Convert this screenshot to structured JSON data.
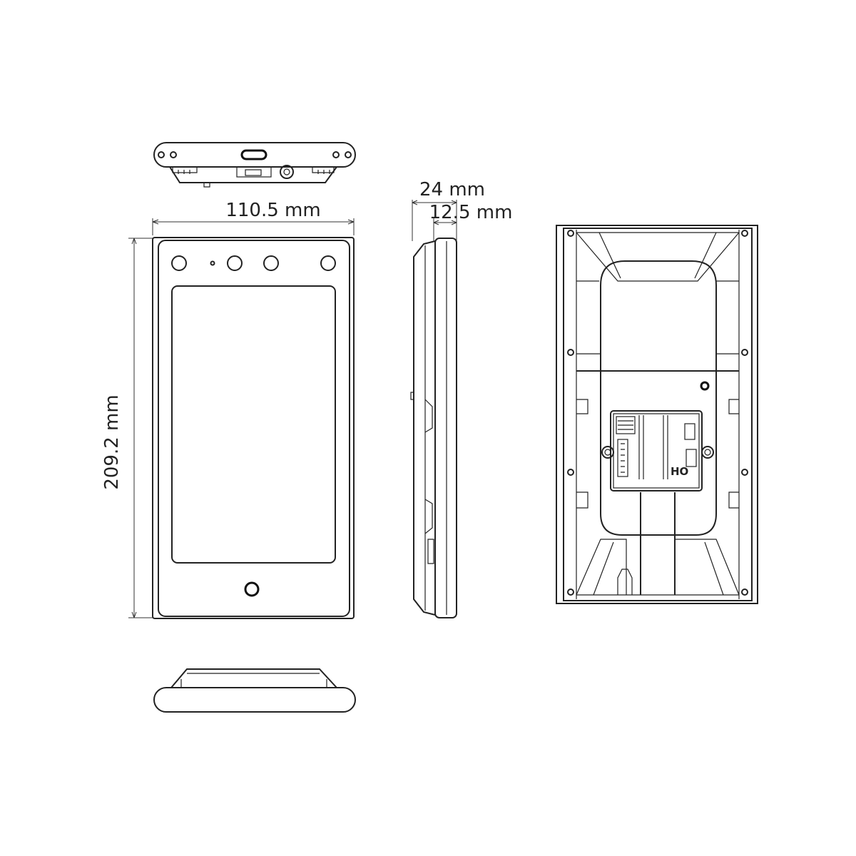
{
  "dimensions": {
    "width": "110.5 mm",
    "height": "209.2 mm",
    "depth_total": "24 mm",
    "depth_body": "12.5 mm"
  },
  "rear_panel_marking": "HO"
}
